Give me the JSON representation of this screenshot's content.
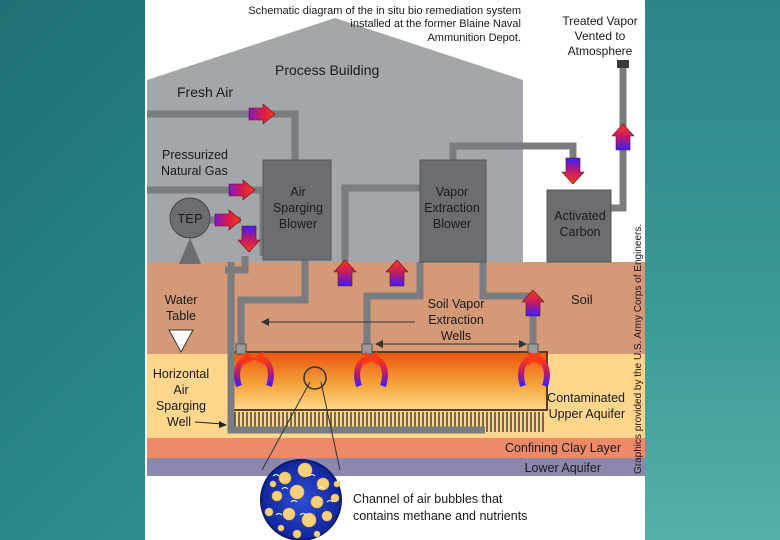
{
  "caption": {
    "line1": "Schematic diagram of the in situ bio remediation system",
    "line2": "installed at the former Blaine Naval",
    "line3": "Ammunition Depot."
  },
  "labels": {
    "process_building": "Process Building",
    "fresh_air": "Fresh Air",
    "pressurized_line1": "Pressurized",
    "pressurized_line2": "Natural Gas",
    "tep": "TEP",
    "air_blower_line1": "Air",
    "air_blower_line2": "Sparging",
    "air_blower_line3": "Blower",
    "vapor_blower_line1": "Vapor",
    "vapor_blower_line2": "Extraction",
    "vapor_blower_line3": "Blower",
    "carbon_line1": "Activated",
    "carbon_line2": "Carbon",
    "treated_line1": "Treated Vapor",
    "treated_line2": "Vented to",
    "treated_line3": "Atmosphere",
    "soil": "Soil",
    "water_table_line1": "Water",
    "water_table_line2": "Table",
    "wells_line1": "Soil Vapor",
    "wells_line2": "Extraction",
    "wells_line3": "Wells",
    "sparging_line1": "Horizontal",
    "sparging_line2": "Air",
    "sparging_line3": "Sparging",
    "sparging_line4": "Well",
    "contaminated_line1": "Contaminated",
    "contaminated_line2": "Upper Aquifer",
    "clay": "Confining Clay Layer",
    "lower_aquifer": "Lower Aquifer",
    "channel_line1": "Channel of air bubbles that",
    "channel_line2": "contains methane and nutrients",
    "credit": "Graphics provided by the U.S. Army Corps of Engineers."
  },
  "colors": {
    "building": "#a3a6ab",
    "equipment": "#6b6d70",
    "pipe": "#7a7c80",
    "soil": "#d49a78",
    "aquifer": "#ffd68c",
    "clay": "#ec8b6a",
    "lower_aquifer": "#8e87ad",
    "arrow_hot": "#ff2a1a",
    "arrow_cool": "#4a1cff"
  }
}
